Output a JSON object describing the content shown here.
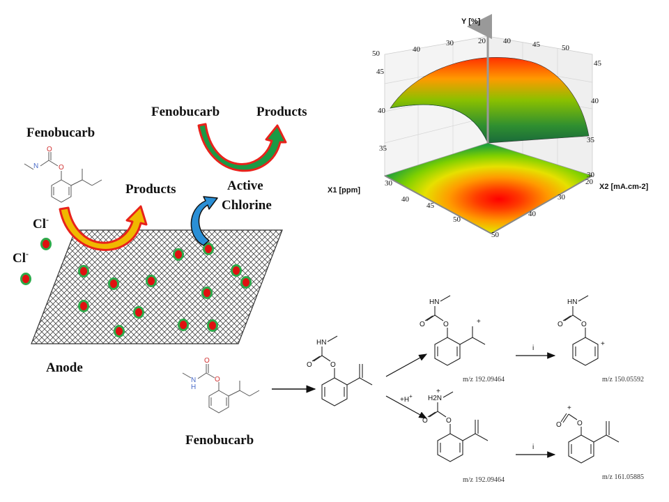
{
  "labels": {
    "fenobucarb_top_left": "Fenobucarb",
    "fenobucarb_top_center": "Fenobucarb",
    "products_top": "Products",
    "products_mid": "Products",
    "active": "Active",
    "chlorine": "Chlorine",
    "cl1": "Cl",
    "cl2": "Cl",
    "cl_superscript": "-",
    "anode": "Anode",
    "fenobucarb_bottom": "Fenobucarb"
  },
  "surface_plot": {
    "y_title": "Y [%]",
    "x1_title": "X1 [ppm]",
    "x2_title": "X2 [mA.cm-2]",
    "y_ticks_left": [
      "50",
      "45",
      "40",
      "35"
    ],
    "y_ticks_right": [
      "45",
      "40",
      "35"
    ],
    "top_ticks": [
      "40",
      "30",
      "20",
      "40",
      "45",
      "50"
    ],
    "x1_ticks": [
      "30",
      "40",
      "45",
      "50"
    ],
    "x2_ticks": [
      "30",
      "20",
      "30",
      "40",
      "50"
    ]
  },
  "pathway": {
    "atoms": {
      "hn": "HN",
      "o": "O",
      "n": "N",
      "h2n": "H2N",
      "plus": "+"
    },
    "reagent": "+H",
    "reagent_sup": "+",
    "arrow_label_1": "i",
    "arrow_label_2": "i",
    "mz_1": "m/z 192.09464",
    "mz_2": "m/z 150.05592",
    "mz_3": "m/z 192.09464",
    "mz_4": "m/z 161.05885"
  },
  "colors": {
    "arrow_green": "#1a9a45",
    "arrow_red": "#e8221b",
    "arrow_yellow": "#f0b800",
    "arrow_blue": "#2a8fd6",
    "dot_red": "#e01010",
    "dot_green": "#2ea94a"
  }
}
